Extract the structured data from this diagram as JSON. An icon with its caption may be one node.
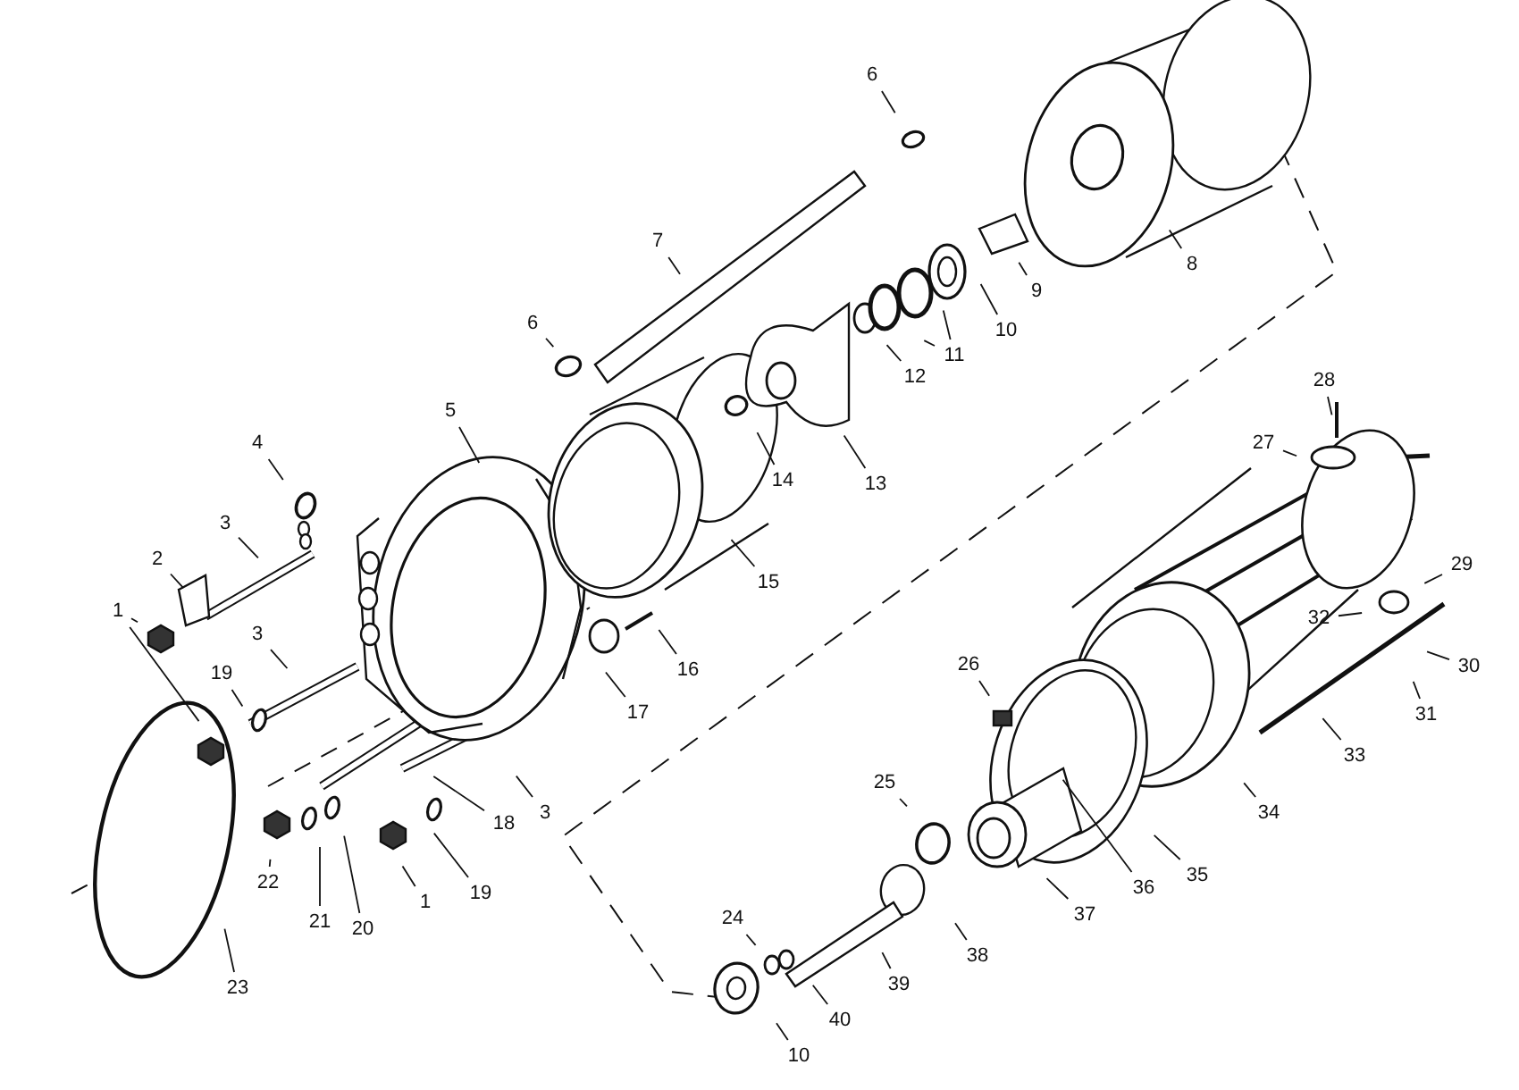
{
  "diagram": {
    "nodes": [
      {
        "text": [
          "1"
        ]
      },
      {
        "text": [
          "2"
        ]
      },
      {
        "text": [
          "3"
        ]
      },
      {
        "text": [
          "4"
        ]
      },
      {
        "text": [
          "5"
        ]
      },
      {
        "text": [
          "6"
        ]
      },
      {
        "text": [
          "7"
        ]
      },
      {
        "text": [
          "6"
        ]
      },
      {
        "text": [
          "8"
        ]
      },
      {
        "text": [
          "9"
        ]
      },
      {
        "text": [
          "10"
        ]
      },
      {
        "text": [
          "11"
        ]
      },
      {
        "text": [
          "12"
        ]
      },
      {
        "text": [
          "13"
        ]
      },
      {
        "text": [
          "14"
        ]
      },
      {
        "text": [
          "15"
        ]
      },
      {
        "text": [
          "16"
        ]
      },
      {
        "text": [
          "17"
        ]
      },
      {
        "text": [
          "18"
        ]
      },
      {
        "text": [
          "19"
        ]
      },
      {
        "text": [
          "3"
        ]
      },
      {
        "text": [
          "19"
        ]
      },
      {
        "text": [
          "3"
        ]
      },
      {
        "text": [
          "22"
        ]
      },
      {
        "text": [
          "21"
        ]
      },
      {
        "text": [
          "20"
        ]
      },
      {
        "text": [
          "1"
        ]
      },
      {
        "text": [
          "23"
        ]
      },
      {
        "text": [
          "28"
        ]
      },
      {
        "text": [
          "27"
        ]
      },
      {
        "text": [
          "29"
        ]
      },
      {
        "text": [
          "32"
        ]
      },
      {
        "text": [
          "30"
        ]
      },
      {
        "text": [
          "31"
        ]
      },
      {
        "text": [
          "33"
        ]
      },
      {
        "text": [
          "34"
        ]
      },
      {
        "text": [
          "26"
        ]
      },
      {
        "text": [
          "25"
        ]
      },
      {
        "text": [
          "35"
        ]
      },
      {
        "text": [
          "36"
        ]
      },
      {
        "text": [
          "37"
        ]
      },
      {
        "text": [
          "24"
        ]
      },
      {
        "text": [
          "38"
        ]
      },
      {
        "text": [
          "39"
        ]
      },
      {
        "text": [
          "40"
        ]
      },
      {
        "text": [
          "10"
        ]
      }
    ],
    "edges": [
      {
        "from": 0,
        "to": null,
        "arrow": "none"
      },
      {
        "from": 0,
        "to": null,
        "arrow": "none"
      },
      {
        "from": 1,
        "to": null,
        "arrow": "none"
      },
      {
        "from": 2,
        "to": null,
        "arrow": "none"
      },
      {
        "from": 3,
        "to": null,
        "arrow": "none"
      },
      {
        "from": 4,
        "to": null,
        "arrow": "none"
      },
      {
        "from": 5,
        "to": null,
        "arrow": "none"
      },
      {
        "from": 6,
        "to": null,
        "arrow": "none"
      },
      {
        "from": 7,
        "to": null,
        "arrow": "none"
      },
      {
        "from": 8,
        "to": null,
        "arrow": "none"
      },
      {
        "from": 9,
        "to": null,
        "arrow": "none"
      },
      {
        "from": 10,
        "to": null,
        "arrow": "none"
      },
      {
        "from": 11,
        "to": null,
        "arrow": "none"
      },
      {
        "from": 11,
        "to": null,
        "arrow": "none"
      },
      {
        "from": 12,
        "to": null,
        "arrow": "none"
      },
      {
        "from": 13,
        "to": null,
        "arrow": "none"
      },
      {
        "from": 14,
        "to": null,
        "arrow": "none"
      },
      {
        "from": 15,
        "to": null,
        "arrow": "none"
      },
      {
        "from": 16,
        "to": null,
        "arrow": "none"
      },
      {
        "from": 17,
        "to": null,
        "arrow": "none"
      },
      {
        "from": 18,
        "to": null,
        "arrow": "none"
      },
      {
        "from": 19,
        "to": null,
        "arrow": "none"
      },
      {
        "from": 20,
        "to": null,
        "arrow": "none"
      },
      {
        "from": 21,
        "to": null,
        "arrow": "none"
      },
      {
        "from": 22,
        "to": null,
        "arrow": "none"
      },
      {
        "from": 23,
        "to": null,
        "arrow": "none"
      },
      {
        "from": 24,
        "to": null,
        "arrow": "none"
      },
      {
        "from": 25,
        "to": null,
        "arrow": "none"
      },
      {
        "from": 26,
        "to": null,
        "arrow": "none"
      },
      {
        "from": 27,
        "to": null,
        "arrow": "none"
      },
      {
        "from": 28,
        "to": null,
        "arrow": "none"
      },
      {
        "from": 29,
        "to": null,
        "arrow": "none"
      },
      {
        "from": 30,
        "to": null,
        "arrow": "none"
      },
      {
        "from": 31,
        "to": null,
        "arrow": "none"
      },
      {
        "from": 32,
        "to": null,
        "arrow": "none"
      },
      {
        "from": 33,
        "to": null,
        "arrow": "none"
      },
      {
        "from": 34,
        "to": null,
        "arrow": "none"
      },
      {
        "from": 35,
        "to": null,
        "arrow": "none"
      },
      {
        "from": 36,
        "to": null,
        "arrow": "none"
      },
      {
        "from": 37,
        "to": null,
        "arrow": "none"
      },
      {
        "from": 38,
        "to": null,
        "arrow": "none"
      },
      {
        "from": 39,
        "to": null,
        "arrow": "none"
      },
      {
        "from": 40,
        "to": null,
        "arrow": "none"
      },
      {
        "from": 41,
        "to": null,
        "arrow": "none"
      },
      {
        "from": 42,
        "to": null,
        "arrow": "none"
      },
      {
        "from": 43,
        "to": null,
        "arrow": "none"
      },
      {
        "from": 44,
        "to": null,
        "arrow": "none"
      },
      {
        "from": 45,
        "to": null,
        "arrow": "none"
      }
    ]
  }
}
